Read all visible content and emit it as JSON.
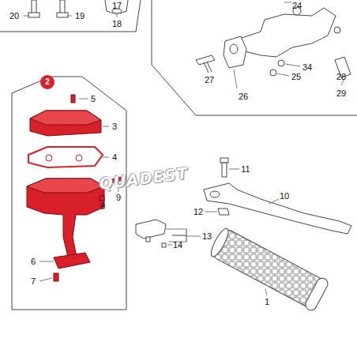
{
  "diagram": {
    "nodes": [
      {
        "text": [
          "2"
        ]
      }
    ],
    "labels": [
      "17",
      "18",
      "19",
      "20",
      "24",
      "34",
      "27",
      "25",
      "28",
      "26",
      "29",
      "5",
      "3",
      "4",
      "11",
      "QUADEST",
      "10",
      "8",
      "9",
      "12",
      "13",
      "14",
      "6",
      "7",
      "1"
    ]
  }
}
